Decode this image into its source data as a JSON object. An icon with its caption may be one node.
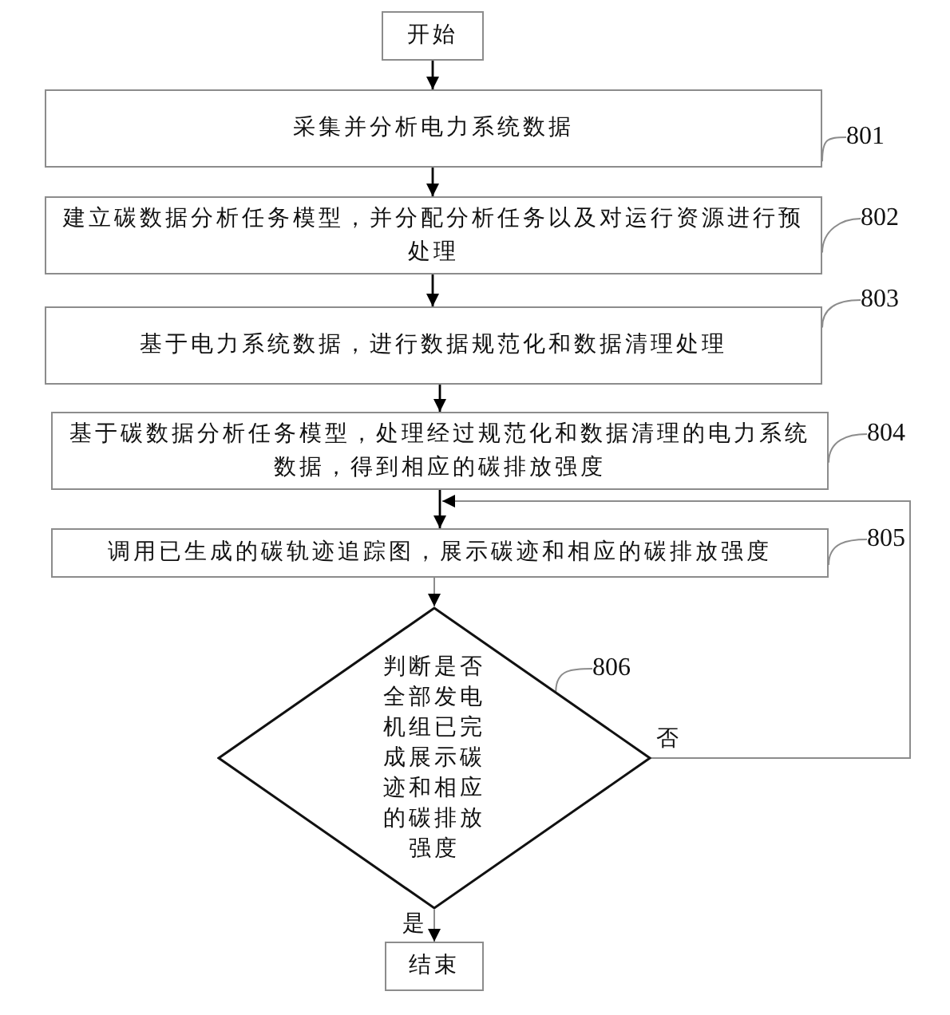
{
  "diagram": {
    "nodes": [
      {
        "text": [
          "开始"
        ]
      },
      {
        "text": [
          "采集并分析电力系统数据"
        ]
      },
      {
        "text": [
          "801"
        ]
      },
      {
        "text": [
          "建立碳数据分析任务模型，并分配分析任务以及对运行资源进行预处理"
        ]
      },
      {
        "text": [
          "802"
        ]
      },
      {
        "text": [
          "基于电力系统数据，进行数据规范化和数据清理处理"
        ]
      },
      {
        "text": [
          "803"
        ]
      },
      {
        "text": [
          "基于碳数据分析任务模型，处理经过规范化和数据清理的电力系统数据，得到相应的碳排放强度"
        ]
      },
      {
        "text": [
          "804"
        ]
      },
      {
        "text": [
          "调用已生成的碳轨迹追踪图，展示碳迹和相应的碳排放强度"
        ]
      },
      {
        "text": [
          "805"
        ]
      },
      {
        "text": [
          "判断是否全部发电机组已完成展示碳迹和相应的碳排放强度"
        ]
      },
      {
        "text": [
          "806"
        ]
      },
      {
        "text": [
          "结束"
        ]
      }
    ],
    "edges": [
      {
        "from": 0,
        "to": 1,
        "arrow": "to",
        "color": "#000000"
      },
      {
        "from": 1,
        "to": 3,
        "arrow": "to",
        "color": "#000000"
      },
      {
        "from": 3,
        "to": 5,
        "arrow": "to",
        "color": "#000000"
      },
      {
        "from": 5,
        "to": 7,
        "arrow": "to",
        "color": "#000000"
      },
      {
        "from": 7,
        "to": 9,
        "arrow": "to",
        "color": "#000000"
      },
      {
        "from": 9,
        "to": 11,
        "arrow": "to"
      },
      {
        "from": 11,
        "to": 9,
        "arrow": "to",
        "label": "否"
      },
      {
        "from": 11,
        "to": 13,
        "arrow": "to",
        "label": "是"
      },
      {
        "from": 2,
        "to": 1,
        "arrow": "none"
      },
      {
        "from": 4,
        "to": 3,
        "arrow": "none"
      },
      {
        "from": 6,
        "to": 5,
        "arrow": "none"
      },
      {
        "from": 8,
        "to": 7,
        "arrow": "none"
      },
      {
        "from": 10,
        "to": 9,
        "arrow": "none"
      },
      {
        "from": 12,
        "to": 11,
        "arrow": "none"
      }
    ]
  }
}
